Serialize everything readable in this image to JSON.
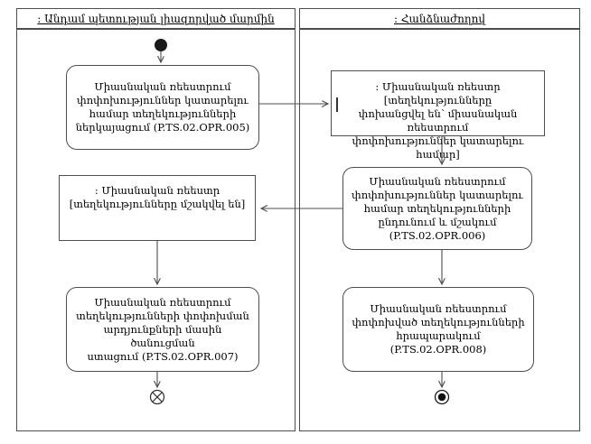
{
  "diagram": {
    "lanes": [
      {
        "title": ": Անդամ պետության լիազորված մարմին"
      },
      {
        "title": ": Հանձնաժողով"
      }
    ],
    "nodes": {
      "opr005": {
        "type": "action",
        "text": "Միասնական ռեեստրում\nփոփոխություններ կատարելու\nհամար տեղեկությունների\nներկայացում (P.TS.02.OPR.005)"
      },
      "registry_transferred": {
        "type": "object",
        "text": ": Միասնական ռեեստր [տեղեկությունները\nփոխանցվել են՝ միասնական ռեեստրում\nփոփոխություններ կատարելու համար]"
      },
      "opr006": {
        "type": "action",
        "text": "Միասնական ռեեստրում\nփոփոխություններ կատարելու\nհամար տեղեկությունների\nընդունում և մշակում\n(P.TS.02.OPR.006)"
      },
      "registry_processed": {
        "type": "object",
        "text": ": Միասնական ռեեստր\n[տեղեկությունները մշակվել են]"
      },
      "opr007": {
        "type": "action",
        "text": "Միասնական ռեեստրում\nտեղեկությունների փոփոխման\nարդյունքների մասին ծանուցման\nստացում (P.TS.02.OPR.007)"
      },
      "opr008": {
        "type": "action",
        "text": "Միասնական ռեեստրում\nփոփոխված տեղեկությունների\nհրապարակում (P.TS.02.OPR.008)"
      }
    },
    "icons": {
      "initial_node": "●",
      "flow_final": "⊗",
      "activity_final": "◉"
    },
    "colors": {
      "line": "#4d4d4d",
      "node_border": "#4d4d4d",
      "node_fill": "#ffffff",
      "final_fill": "#111111",
      "text": "#000000",
      "background": "#ffffff"
    }
  }
}
